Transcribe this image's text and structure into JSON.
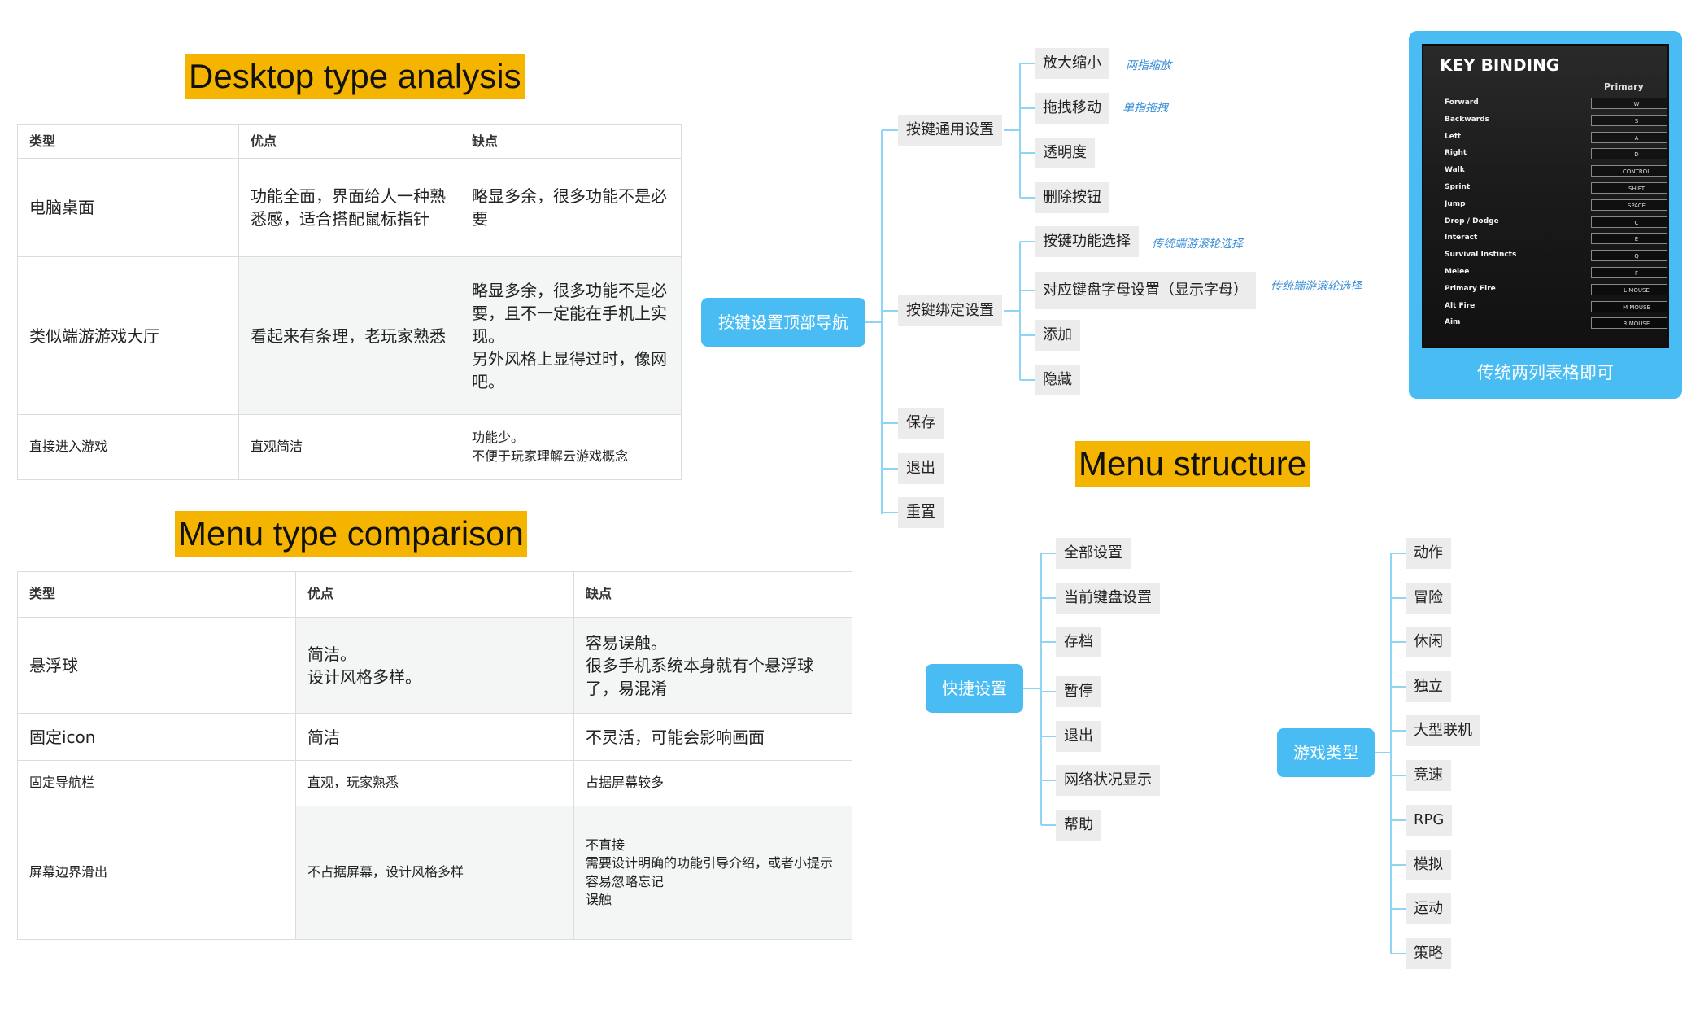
{
  "desktop": {
    "title": "Desktop type analysis",
    "headers": [
      "类型",
      "优点",
      "缺点"
    ],
    "rows": [
      [
        "电脑桌面",
        "功能全面，界面给人一种熟悉感，适合搭配鼠标指针",
        "略显多余，很多功能不是必要"
      ],
      [
        "类似端游游戏大厅",
        "看起来有条理，老玩家熟悉",
        "略显多余，很多功能不是必要，且不一定能在手机上实现。\n另外风格上显得过时，像网吧。"
      ],
      [
        "直接进入游戏",
        "直观简洁",
        "功能少。\n不便于玩家理解云游戏概念"
      ]
    ]
  },
  "menu": {
    "title": "Menu type comparison",
    "headers": [
      "类型",
      "优点",
      "缺点"
    ],
    "rows": [
      [
        "悬浮球",
        "简洁。\n设计风格多样。",
        "容易误触。\n很多手机系统本身就有个悬浮球了，易混淆"
      ],
      [
        "固定icon",
        "简洁",
        "不灵活，可能会影响画面"
      ],
      [
        "固定导航栏",
        "直观，玩家熟悉",
        "占据屏幕较多"
      ],
      [
        "屏幕边界滑出",
        "不占据屏幕，设计风格多样",
        "不直接\n需要设计明确的功能引导介绍，或者小提示\n容易忽略忘记\n误触"
      ]
    ]
  },
  "nav_tree": {
    "root": "按键设置顶部导航",
    "branches": [
      {
        "label": "按键通用设置",
        "children": [
          "放大缩小",
          "拖拽移动",
          "透明度",
          "删除按钮"
        ]
      },
      {
        "label": "按键绑定设置",
        "children": [
          "按键功能选择",
          "对应键盘字母设置（显示字母）",
          "添加",
          "隐藏"
        ]
      },
      {
        "label": "保存",
        "children": []
      },
      {
        "label": "退出",
        "children": []
      },
      {
        "label": "重置",
        "children": []
      }
    ],
    "notes": [
      "两指缩放",
      "单指拖拽",
      "传统端游滚轮选择",
      "传统端游滚轮选择"
    ]
  },
  "key_binding": {
    "title": "KEY BINDING",
    "column": "Primary",
    "rows": [
      {
        "action": "Forward",
        "key": "W"
      },
      {
        "action": "Backwards",
        "key": "S"
      },
      {
        "action": "Left",
        "key": "A"
      },
      {
        "action": "Right",
        "key": "D"
      },
      {
        "action": "Walk",
        "key": "CONTROL"
      },
      {
        "action": "Sprint",
        "key": "SHIFT"
      },
      {
        "action": "Jump",
        "key": "SPACE"
      },
      {
        "action": "Drop / Dodge",
        "key": "C"
      },
      {
        "action": "Interact",
        "key": "E"
      },
      {
        "action": "Survival Instincts",
        "key": "Q"
      },
      {
        "action": "Melee",
        "key": "F"
      },
      {
        "action": "Primary Fire",
        "key": "L MOUSE"
      },
      {
        "action": "Alt Fire",
        "key": "M MOUSE"
      },
      {
        "action": "Aim",
        "key": "R MOUSE"
      }
    ],
    "caption": "传统两列表格即可"
  },
  "menu_structure": {
    "title": "Menu structure",
    "quick": {
      "root": "快捷设置",
      "children": [
        "全部设置",
        "当前键盘设置",
        "存档",
        "暂停",
        "退出",
        "网络状况显示",
        "帮助"
      ]
    },
    "genre": {
      "root": "游戏类型",
      "children": [
        "动作",
        "冒险",
        "休闲",
        "独立",
        "大型联机",
        "竞速",
        "RPG",
        "模拟",
        "运动",
        "策略"
      ]
    }
  },
  "colors": {
    "highlight": "#f4b400",
    "accent": "#49bcf3",
    "node": "#ececec",
    "note": "#3a8fd8"
  }
}
